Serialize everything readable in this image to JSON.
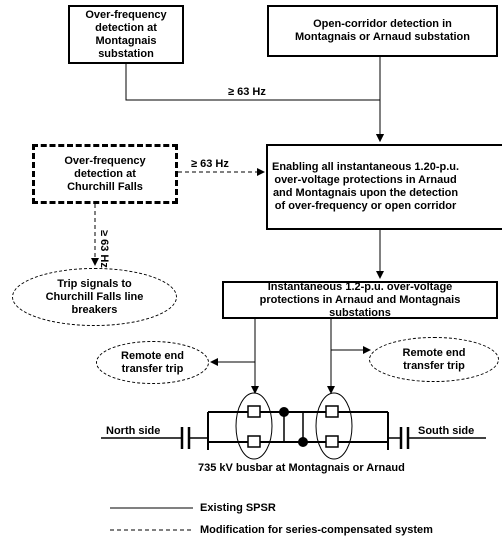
{
  "boxes": {
    "over_freq_montagnais": "Over-frequency\ndetection at\nMontagnais\nsubstation",
    "open_corridor": "Open-corridor detection in\nMontagnais or Arnaud substation",
    "over_freq_churchill": "Over-frequency\ndetection at\nChurchill Falls",
    "enabling": "Enabling all instantaneous 1.20-p.u.\nover-voltage protections in Arnaud\nand Montagnais upon the detection\nof over-frequency or open corridor",
    "instantaneous": "Instantaneous 1.2-p.u. over-voltage\nprotections in Arnaud and Montagnais\nsubstations"
  },
  "ovals": {
    "trip_signals": "Trip signals to\nChurchill Falls line\nbreakers",
    "remote_left": "Remote end\ntransfer trip",
    "remote_right": "Remote end\ntransfer trip"
  },
  "labels": {
    "freq_top": "≥ 63 Hz",
    "freq_middle": "≥ 63 Hz",
    "freq_vertical": "≥ 63 Hz",
    "north_side": "North side",
    "south_side": "South side",
    "busbar": "735 kV busbar at Montagnais or Arnaud"
  },
  "legend": {
    "existing": "Existing SPSR",
    "modification": "Modification for series-compensated system"
  }
}
